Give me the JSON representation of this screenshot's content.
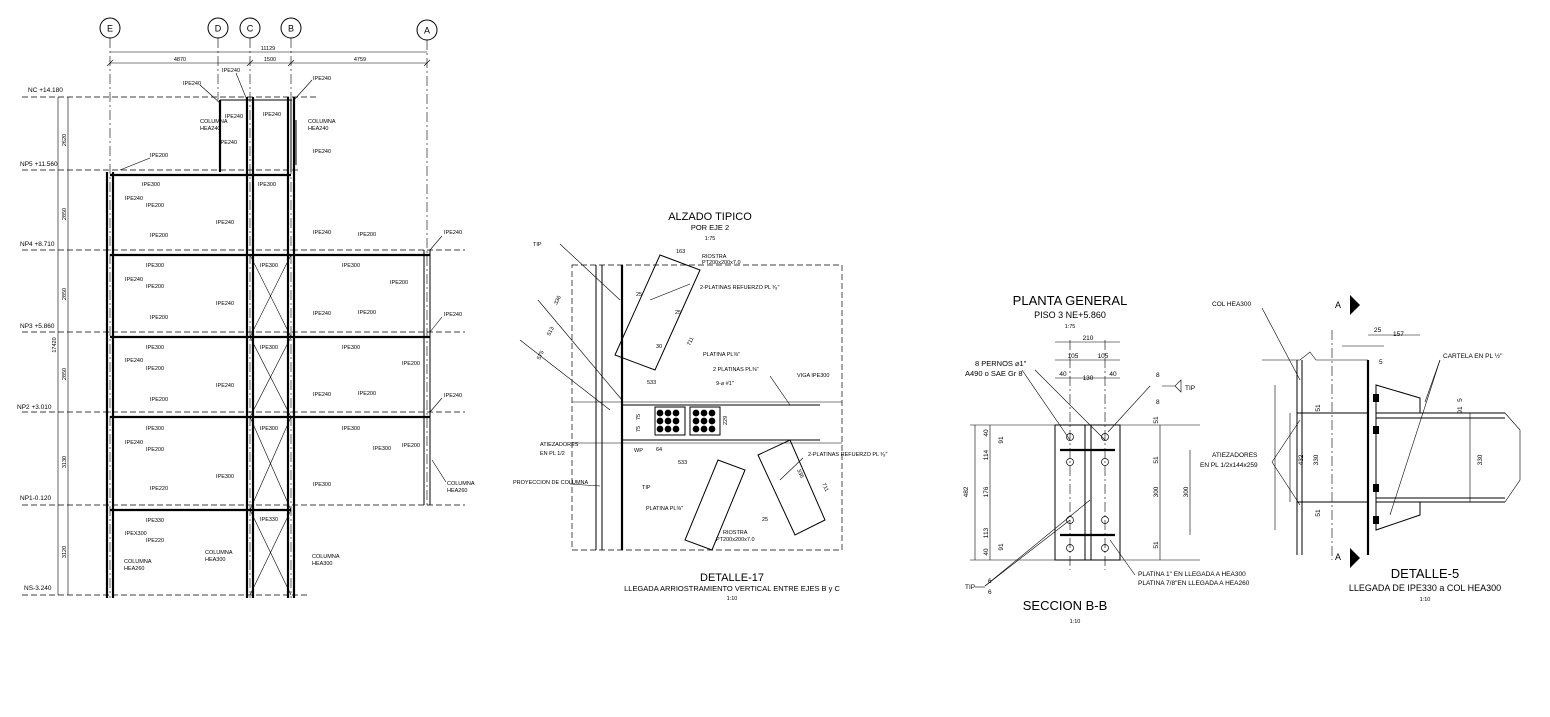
{
  "elevation": {
    "axes": [
      "E",
      "D",
      "C",
      "B",
      "A"
    ],
    "overall_dim": "11129",
    "span_dims": [
      "4870",
      "1500",
      "4759"
    ],
    "levels": [
      {
        "label": "NC  +14.180"
      },
      {
        "label": "NP5  +11.560"
      },
      {
        "label": "NP4  +8.710"
      },
      {
        "label": "NP3  +5.860"
      },
      {
        "label": "NP2  +3.010"
      },
      {
        "label": "NP1-0.120"
      },
      {
        "label": "NS-3.240"
      }
    ],
    "story_dims": [
      "2620",
      "2850",
      "2850",
      "2850",
      "3130",
      "3120"
    ],
    "total_height": "17420",
    "labels": [
      "IPE240",
      "IPE240",
      "IPE240",
      "IPE240",
      "COLUMNA",
      "HEA240",
      "IPE240",
      "COLUMNA",
      "HEA240",
      "IPE240",
      "IPE240",
      "IPE200",
      "IPE300",
      "IPE300",
      "IPE240",
      "IPE200",
      "IPE200",
      "IPE240",
      "IPE240",
      "IPE200",
      "IPE240",
      "IPE300",
      "IPE300",
      "IPE300",
      "IPE240",
      "IPE200",
      "IPE200",
      "IPE200",
      "IPE240",
      "IPE240",
      "IPE200",
      "IPE240",
      "IPE300",
      "IPE300",
      "IPE300",
      "IPE240",
      "IPE200",
      "IPE200",
      "IPE200",
      "IPE240",
      "IPE240",
      "IPE200",
      "IPE240",
      "IPE300",
      "IPE300",
      "IPE300",
      "IPE240",
      "IPE200",
      "IPE300",
      "IPE200",
      "IPE220",
      "IPE300",
      "IPE300",
      "IPE330",
      "IPE330",
      "IPEX300",
      "IPE220",
      "COLUMNA",
      "HEA260",
      "COLUMNA",
      "HEA300",
      "COLUMNA",
      "HEA300",
      "COLUMNA",
      "HEA260"
    ]
  },
  "detail17": {
    "title": "ALZADO TIPICO",
    "subtitle": "POR EJE 2",
    "scale_top": "1:75",
    "labels": [
      "RIOSTRA",
      "PT200x200x7.0",
      "2-PLATINAS REFUERZO PL ³⁄₈\"",
      "PLATINA PL⅜\"",
      "2 PLATINAS PL⅜\"",
      "9-⌀ #1\"",
      "VIGA IPE300",
      "ATIEZADORES",
      "EN PL 1/2",
      "WP",
      "PROYECCION DE COLUMNA",
      "PLATINA PL⅜\"",
      "RIOSTRA",
      "PT200x200x7.0",
      "2-PLATINAS REFUERZO PL ³⁄₈\"",
      "TIP",
      "TIP"
    ],
    "dims": [
      "163",
      "25",
      "336",
      "513",
      "575",
      "25",
      "711",
      "30",
      "533",
      "75",
      "75",
      "229",
      "64",
      "533",
      "336",
      "711",
      "25"
    ],
    "caption_title": "DETALLE-17",
    "caption_sub": "LLEGADA ARRIOSTRAMIENTO VERTICAL ENTRE EJES B y C",
    "caption_scale": "1:10"
  },
  "plan": {
    "title": "PLANTA GENERAL",
    "subtitle": "PISO 3  NE+5.860",
    "scale": "1:75",
    "bolts_line1": "8 PERNOS ⌀1\"",
    "bolts_line2": "A490 o SAE Gr 8",
    "dims_top": [
      "210",
      "105",
      "105",
      "40",
      "130",
      "40"
    ],
    "dims_left": [
      "40",
      "91",
      "114",
      "176",
      "113",
      "91",
      "40",
      "482"
    ],
    "dims_right": [
      "51",
      "51",
      "300",
      "51",
      "300"
    ],
    "note1": "PLATINA 1\" EN LLEGADA A HEA300",
    "note2": "PLATINA 7/8\"EN LLEGADA A HEA260",
    "weld_top": [
      "8",
      "8",
      "TIP"
    ],
    "weld_bot": [
      "6",
      "6",
      "TIP"
    ],
    "section_title": "SECCION    B-B",
    "section_scale": "1:10"
  },
  "detail5": {
    "col_label": "COL HEA300",
    "cut_label": "A",
    "dims_top": [
      "25",
      "157"
    ],
    "dim_5": "5",
    "dims_left": [
      "51",
      "432",
      "330",
      "51"
    ],
    "dims_right": [
      "5",
      "91",
      "330"
    ],
    "cartela": "CARTELA EN PL ½\"",
    "atiez1": "ATIEZADORES",
    "atiez2": "EN PL 1/2x144x259",
    "caption_title": "DETALLE-5",
    "caption_sub": "LLEGADA DE IPE330  a COL HEA300",
    "caption_scale": "1:10"
  }
}
